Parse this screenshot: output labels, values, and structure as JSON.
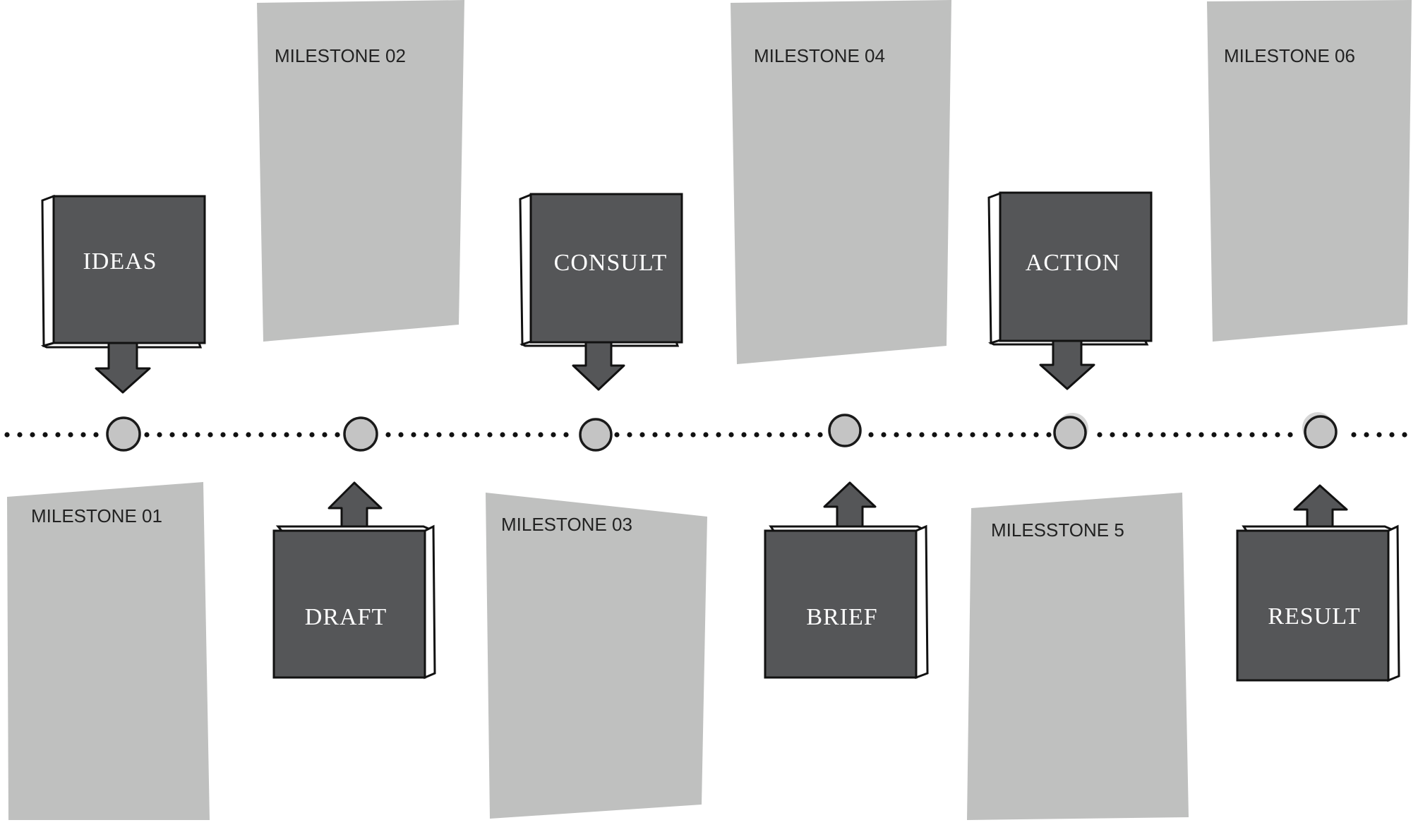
{
  "milestones": {
    "m01": "MILESTONE 01",
    "m02": "MILESTONE 02",
    "m03": "MILESTONE 03",
    "m04": "MILESTONE 04",
    "m05": "MILESSTONE 5",
    "m06": "MILESTONE 06"
  },
  "steps": {
    "s1": "IDEAS",
    "s2": "DRAFT",
    "s3": "CONSULT",
    "s4": "BRIEF",
    "s5": "ACTION",
    "s6": "RESULT"
  },
  "colors": {
    "card": "#bfc0bf",
    "box": "#555658",
    "node": "#c4c4c4",
    "outline": "#111111",
    "background": "#ffffff"
  },
  "icons": {
    "down_arrow": "arrow-down-icon",
    "up_arrow": "arrow-up-icon",
    "timeline_node": "circle-node-icon"
  }
}
